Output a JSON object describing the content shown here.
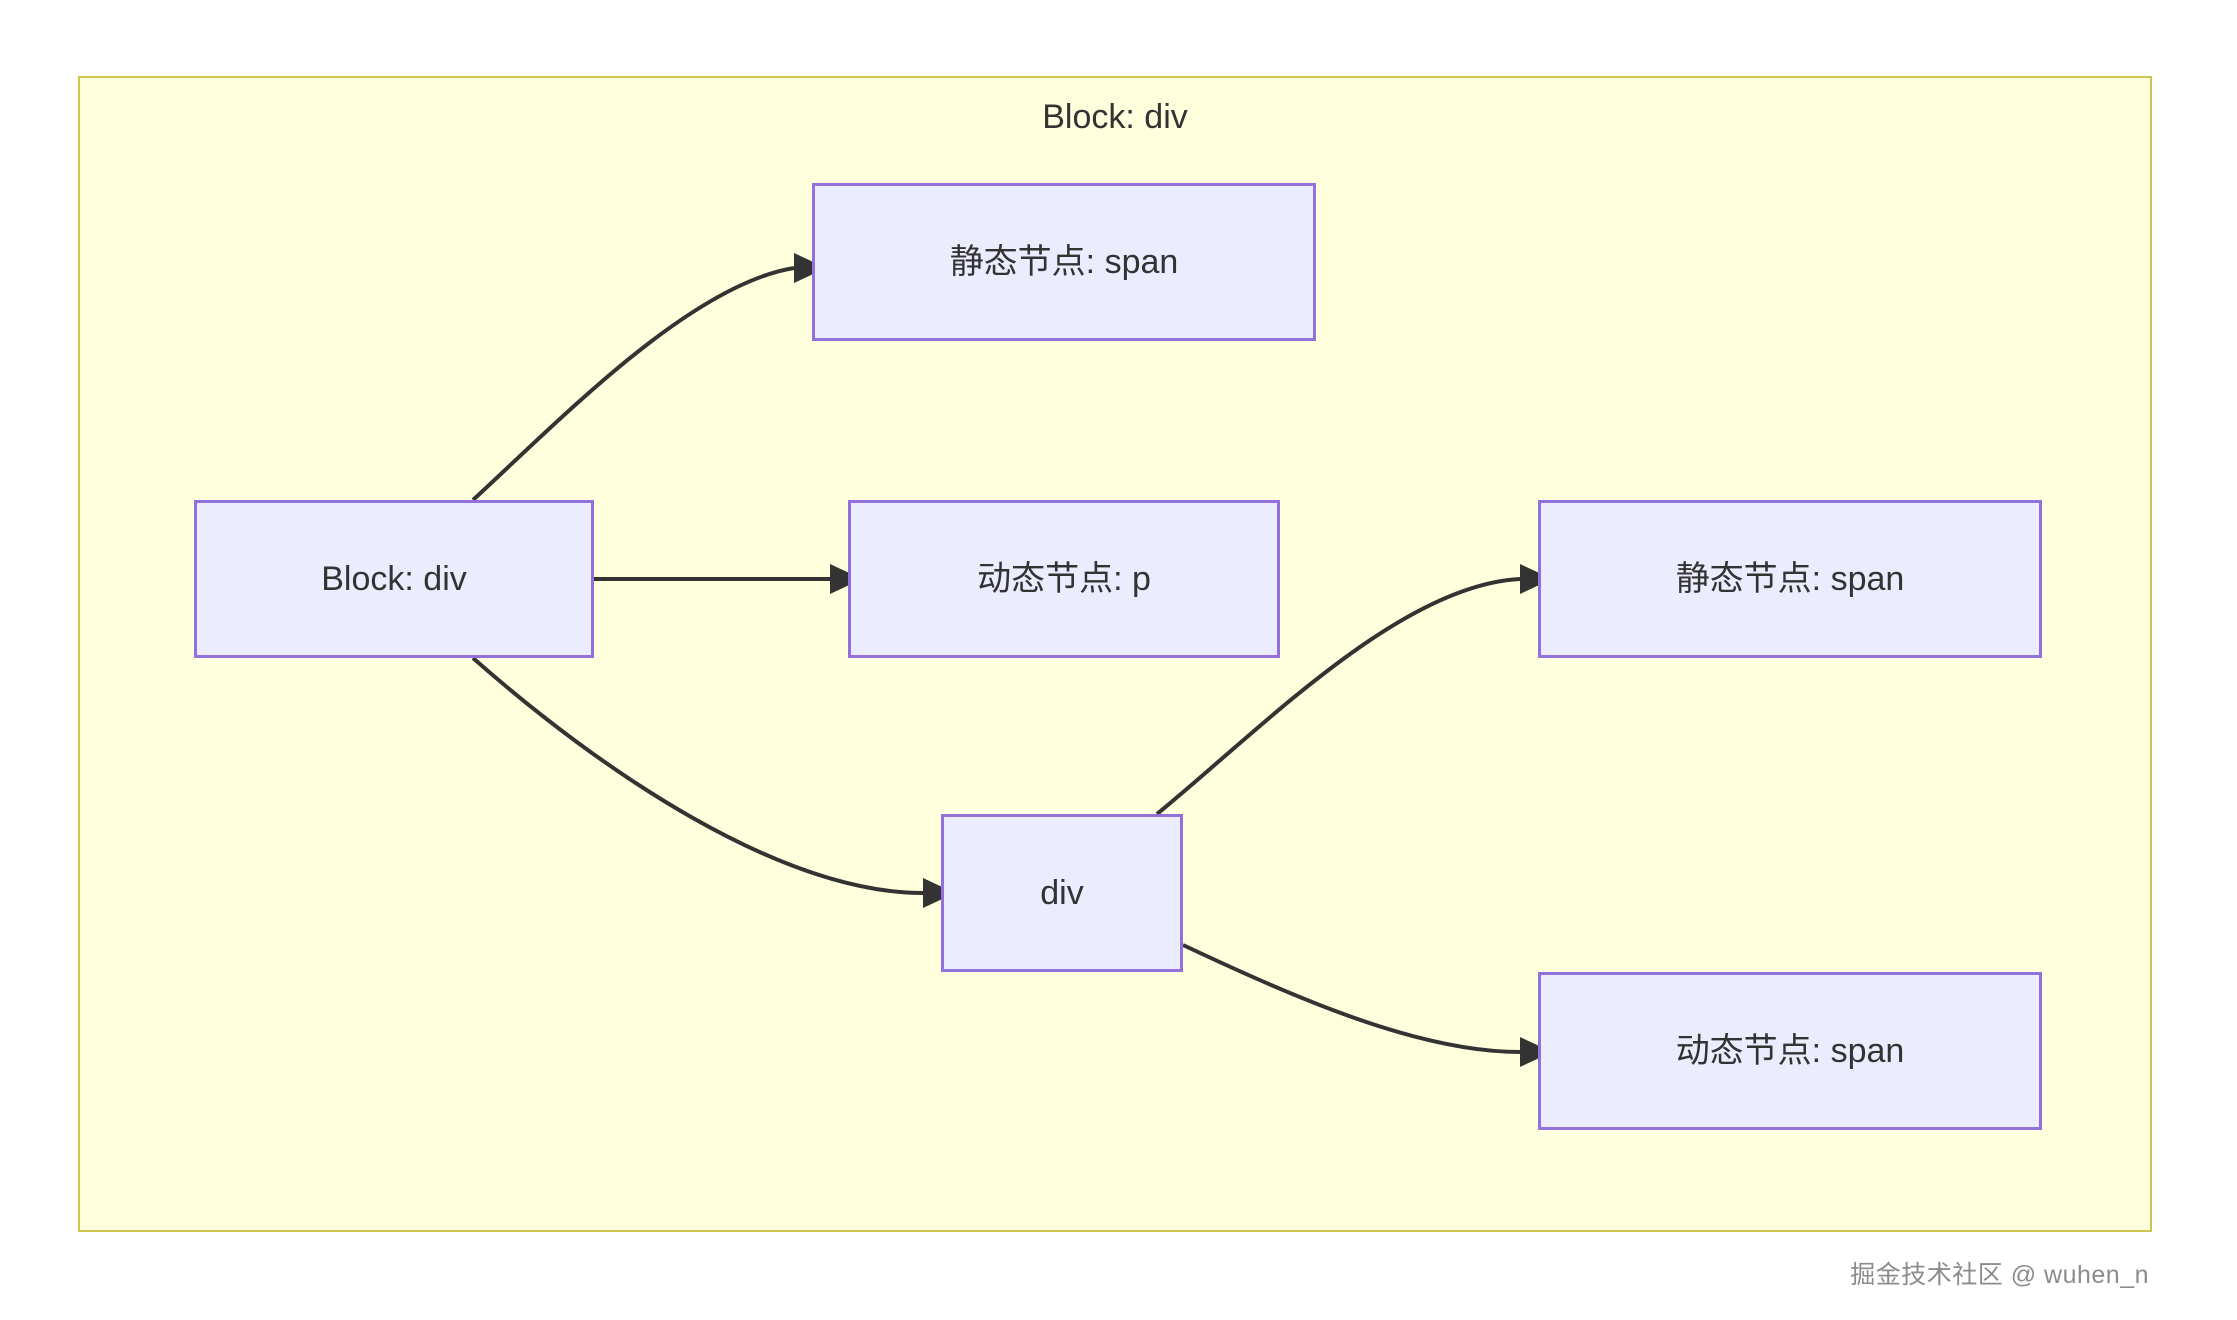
{
  "diagram": {
    "type": "flowchart",
    "direction": "left-to-right",
    "cluster": {
      "title": "Block: div",
      "fill_color": "#ffffde",
      "border_color": "#ccc552"
    },
    "node_style": {
      "fill_color": "#ececff",
      "border_color": "#9370db",
      "text_color": "#333333"
    },
    "edge_style": {
      "color": "#333333",
      "arrowhead": "filled-triangle"
    },
    "nodes": [
      {
        "id": "block-div",
        "label": "Block: div"
      },
      {
        "id": "static-span-1",
        "label": "静态节点: span"
      },
      {
        "id": "dynamic-p",
        "label": "动态节点: p"
      },
      {
        "id": "div",
        "label": "div"
      },
      {
        "id": "static-span-2",
        "label": "静态节点: span"
      },
      {
        "id": "dynamic-span",
        "label": "动态节点: span"
      }
    ],
    "edges": [
      {
        "from": "block-div",
        "to": "static-span-1",
        "shape": "curve"
      },
      {
        "from": "block-div",
        "to": "dynamic-p",
        "shape": "straight"
      },
      {
        "from": "block-div",
        "to": "div",
        "shape": "curve"
      },
      {
        "from": "div",
        "to": "static-span-2",
        "shape": "curve"
      },
      {
        "from": "div",
        "to": "dynamic-span",
        "shape": "curve"
      }
    ]
  },
  "watermark": {
    "text": "掘金技术社区 @ wuhen_n"
  }
}
